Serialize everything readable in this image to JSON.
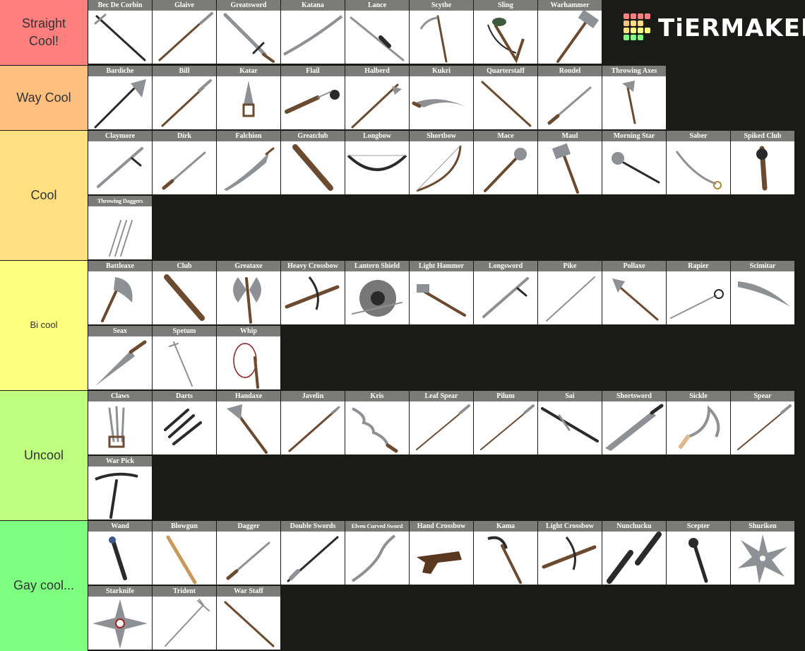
{
  "logo": {
    "text": "TiERMAKER"
  },
  "colors": {
    "background": "#1a1a17",
    "card_header": "#7b7b78",
    "metal": "#8d9094",
    "wood": "#6b4a2f",
    "dark": "#2a2a2a"
  },
  "tiers": [
    {
      "id": "straight-cool",
      "label": "Straight Cool!",
      "color": "#ff7f7f",
      "items": [
        {
          "name": "Bec De Corbin",
          "icon": "polearm-icon"
        },
        {
          "name": "Glaive",
          "icon": "glaive-icon"
        },
        {
          "name": "Greatsword",
          "icon": "greatsword-icon"
        },
        {
          "name": "Katana",
          "icon": "katana-icon"
        },
        {
          "name": "Lance",
          "icon": "lance-icon"
        },
        {
          "name": "Scythe",
          "icon": "scythe-icon"
        },
        {
          "name": "Sling",
          "icon": "sling-icon"
        },
        {
          "name": "Warhammer",
          "icon": "warhammer-icon"
        }
      ]
    },
    {
      "id": "way-cool",
      "label": "Way Cool",
      "color": "#ffbf7f",
      "items": [
        {
          "name": "Bardiche",
          "icon": "bardiche-icon"
        },
        {
          "name": "Bill",
          "icon": "bill-icon"
        },
        {
          "name": "Katar",
          "icon": "katar-icon"
        },
        {
          "name": "Flail",
          "icon": "flail-icon"
        },
        {
          "name": "Halberd",
          "icon": "halberd-icon"
        },
        {
          "name": "Kukri",
          "icon": "kukri-icon"
        },
        {
          "name": "Quarterstaff",
          "icon": "staff-icon"
        },
        {
          "name": "Rondel",
          "icon": "dagger-icon"
        },
        {
          "name": "Throwing Axes",
          "icon": "axes-icon"
        }
      ]
    },
    {
      "id": "cool",
      "label": "Cool",
      "color": "#ffdf7f",
      "items": [
        {
          "name": "Claymore",
          "icon": "sword-icon"
        },
        {
          "name": "Dirk",
          "icon": "dagger-icon"
        },
        {
          "name": "Falchion",
          "icon": "falchion-icon"
        },
        {
          "name": "Greatclub",
          "icon": "club-icon"
        },
        {
          "name": "Longbow",
          "icon": "longbow-icon"
        },
        {
          "name": "Shortbow",
          "icon": "shortbow-icon"
        },
        {
          "name": "Mace",
          "icon": "mace-icon"
        },
        {
          "name": "Maul",
          "icon": "maul-icon"
        },
        {
          "name": "Morning Star",
          "icon": "morningstar-icon"
        },
        {
          "name": "Saber",
          "icon": "saber-icon"
        },
        {
          "name": "Spiked Club",
          "icon": "spiked-club-icon"
        },
        {
          "name": "Throwing Daggers",
          "icon": "daggers-icon"
        }
      ]
    },
    {
      "id": "bi-cool",
      "label": "Bi cool",
      "color": "#ffff7f",
      "items": [
        {
          "name": "Battleaxe",
          "icon": "battleaxe-icon"
        },
        {
          "name": "Club",
          "icon": "club-icon"
        },
        {
          "name": "Greataxe",
          "icon": "greataxe-icon"
        },
        {
          "name": "Heavy Crossbow",
          "icon": "crossbow-icon"
        },
        {
          "name": "Lantern Shield",
          "icon": "shield-icon"
        },
        {
          "name": "Light Hammer",
          "icon": "hammer-icon"
        },
        {
          "name": "Longsword",
          "icon": "sword-icon"
        },
        {
          "name": "Pike",
          "icon": "pike-icon"
        },
        {
          "name": "Pollaxe",
          "icon": "pollaxe-icon"
        },
        {
          "name": "Rapier",
          "icon": "rapier-icon"
        },
        {
          "name": "Scimitar",
          "icon": "scimitar-icon"
        },
        {
          "name": "Seax",
          "icon": "seax-icon"
        },
        {
          "name": "Spetum",
          "icon": "spetum-icon"
        },
        {
          "name": "Whip",
          "icon": "whip-icon"
        }
      ]
    },
    {
      "id": "uncool",
      "label": "Uncool",
      "color": "#bfff7f",
      "items": [
        {
          "name": "Claws",
          "icon": "claws-icon"
        },
        {
          "name": "Darts",
          "icon": "darts-icon"
        },
        {
          "name": "Handaxe",
          "icon": "handaxe-icon"
        },
        {
          "name": "Javelin",
          "icon": "javelin-icon"
        },
        {
          "name": "Kris",
          "icon": "kris-icon"
        },
        {
          "name": "Leaf Spear",
          "icon": "spear-icon"
        },
        {
          "name": "Pilum",
          "icon": "spear-icon"
        },
        {
          "name": "Sai",
          "icon": "sai-icon"
        },
        {
          "name": "Shortsword",
          "icon": "shortsword-icon"
        },
        {
          "name": "Sickle",
          "icon": "sickle-icon"
        },
        {
          "name": "Spear",
          "icon": "spear-icon"
        },
        {
          "name": "War Pick",
          "icon": "pick-icon"
        }
      ]
    },
    {
      "id": "gay-cool",
      "label": "Gay cool...",
      "color": "#7fff7f",
      "items": [
        {
          "name": "Wand",
          "icon": "wand-icon"
        },
        {
          "name": "Blowgun",
          "icon": "blowgun-icon"
        },
        {
          "name": "Dagger",
          "icon": "dagger-icon"
        },
        {
          "name": "Double Swords",
          "icon": "double-sword-icon"
        },
        {
          "name": "Elven Curved Sword",
          "icon": "curved-sword-icon"
        },
        {
          "name": "Hand Crossbow",
          "icon": "pistol-icon"
        },
        {
          "name": "Kama",
          "icon": "kama-icon"
        },
        {
          "name": "Light Crossbow",
          "icon": "crossbow-icon"
        },
        {
          "name": "Nunchucku",
          "icon": "nunchaku-icon"
        },
        {
          "name": "Scepter",
          "icon": "scepter-icon"
        },
        {
          "name": "Shuriken",
          "icon": "shuriken-icon"
        },
        {
          "name": "Starknife",
          "icon": "starknife-icon"
        },
        {
          "name": "Trident",
          "icon": "trident-icon"
        },
        {
          "name": "War Staff",
          "icon": "staff-icon"
        }
      ]
    }
  ]
}
